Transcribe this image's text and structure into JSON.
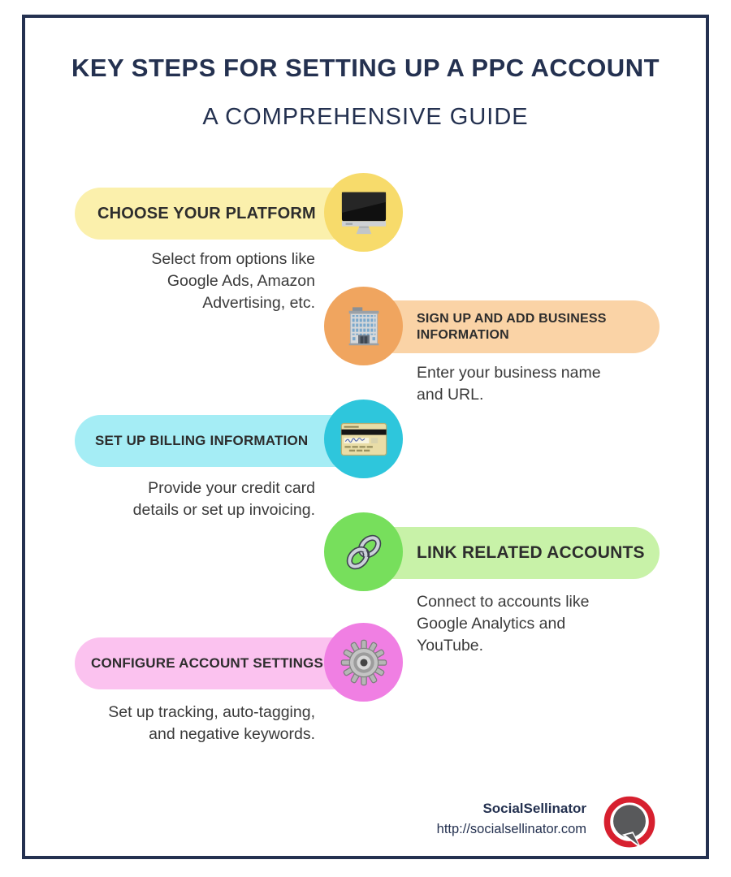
{
  "page": {
    "title": "KEY STEPS FOR SETTING UP A PPC ACCOUNT",
    "subtitle": "A COMPREHENSIVE GUIDE"
  },
  "steps": [
    {
      "label_lines": [
        "CHOOSE YOUR PLATFORM"
      ],
      "desc_lines": [
        "Select from options like",
        "Google Ads, Amazon",
        "Advertising, etc."
      ],
      "icon": "desktop-computer-icon",
      "pill_color": "#FBF0AC",
      "circle_color": "#F7DB6B"
    },
    {
      "label_lines": [
        "SIGN UP AND ADD BUSINESS",
        "INFORMATION"
      ],
      "desc_lines": [
        "Enter your business name",
        "and URL."
      ],
      "icon": "office-building-icon",
      "pill_color": "#FAD3A6",
      "circle_color": "#F0A55F"
    },
    {
      "label_lines": [
        "SET UP BILLING INFORMATION"
      ],
      "desc_lines": [
        "Provide your credit card",
        "details or set up invoicing."
      ],
      "icon": "credit-card-icon",
      "pill_color": "#A5EDF5",
      "circle_color": "#2EC6DC"
    },
    {
      "label_lines": [
        "LINK RELATED ACCOUNTS"
      ],
      "desc_lines": [
        "Connect to accounts like",
        "Google Analytics and",
        "YouTube."
      ],
      "icon": "chain-link-icon",
      "pill_color": "#C8F2A8",
      "circle_color": "#77DF5C"
    },
    {
      "label_lines": [
        "CONFIGURE ACCOUNT SETTINGS"
      ],
      "desc_lines": [
        "Set up tracking, auto-tagging,",
        "and negative keywords."
      ],
      "icon": "gear-icon",
      "pill_color": "#FBC2EF",
      "circle_color": "#F07FE3"
    }
  ],
  "footer": {
    "brand": "SocialSellinator",
    "url": "http://socialsellinator.com",
    "logo_icon": "speech-bubble-logo",
    "logo_red": "#D7202F",
    "logo_gray": "#58595B"
  },
  "colors": {
    "frame": "#243150",
    "title_text": "#243150",
    "label_text": "#2D2D2D",
    "desc_text": "#3A3A3A"
  }
}
